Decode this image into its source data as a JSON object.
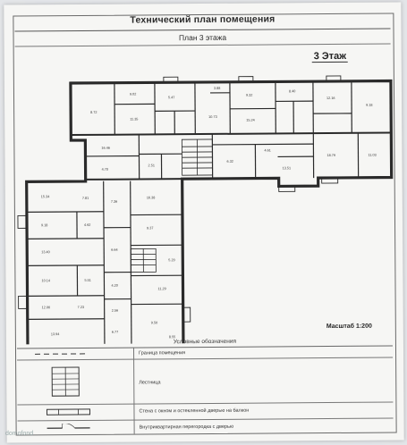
{
  "document": {
    "title": "Технический план помещения",
    "subtitle": "План 3 этажа",
    "floor_label": "3 Этаж",
    "scale_label": "Масштаб 1:200"
  },
  "legend": {
    "heading": "Условные обозначения",
    "items": [
      {
        "label": "Граница помещения",
        "icon": "dashed-line-symbol"
      },
      {
        "label": "Лестница",
        "icon": "stair-symbol"
      },
      {
        "label": "Стена с окном и остекленной дверью на балкон",
        "icon": "window-wall-symbol"
      },
      {
        "label": "Внутриквартирная перегородка с дверью",
        "icon": "partition-door-symbol"
      }
    ]
  },
  "rooms": {
    "labels": [
      "8.72",
      "9.02",
      "11.35",
      "5.47",
      "10.73",
      "3.88",
      "9.32",
      "15.24",
      "8.40",
      "12.16",
      "9.18",
      "16.46",
      "4.70",
      "2.51",
      "6.32",
      "4.61",
      "13.51",
      "18.79",
      "11.03",
      "15.34",
      "7.81",
      "9.18",
      "4.62",
      "13.40",
      "7.36",
      "16.38",
      "9.37",
      "10.14",
      "5.51",
      "6.64",
      "4.20",
      "11.29",
      "2.56",
      "12.06",
      "7.23",
      "9.50",
      "6.77",
      "13.94",
      "5.20",
      "8.55"
    ]
  },
  "watermark": "domofond"
}
